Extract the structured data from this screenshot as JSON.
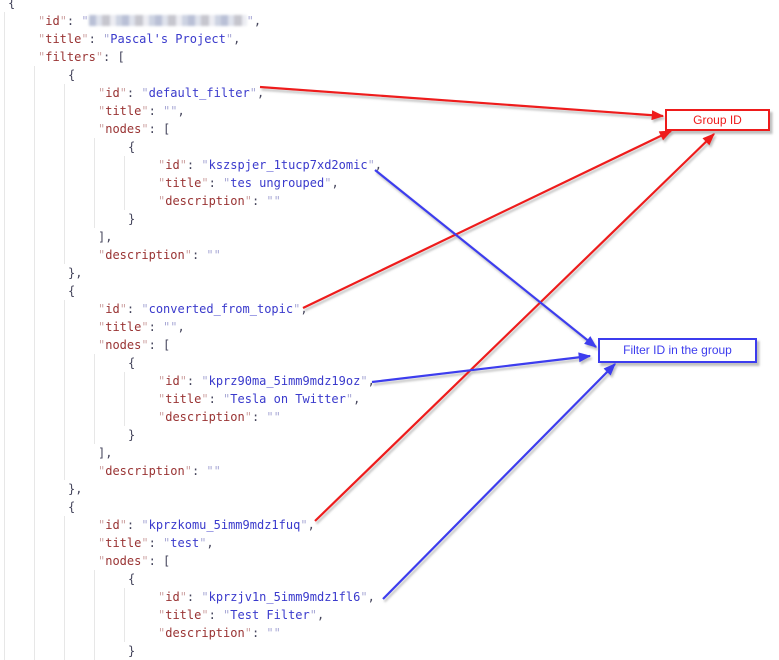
{
  "accent_colors": {
    "group_arrow_red": "#ee1b1b",
    "filter_arrow_blue": "#3c3cee"
  },
  "annotations": {
    "group_box_label": "Group ID",
    "filter_box_label": "Filter ID in the group",
    "group_arrow_sources": [
      "default_filter",
      "converted_from_topic",
      "kprzkomu_5imm9mdz1fuq"
    ],
    "filter_arrow_sources": [
      "kszspjer_1tucp7xd2omic",
      "kprz90ma_5imm9mdz19oz",
      "kprzjv1n_5imm9mdz1fl6"
    ]
  },
  "doc": {
    "lines": [
      {
        "ind": 0,
        "segs": [
          [
            "p",
            "{"
          ]
        ]
      },
      {
        "ind": 1,
        "segs": [
          [
            "kq",
            "\""
          ],
          [
            "k",
            "id"
          ],
          [
            "kq",
            "\""
          ],
          [
            "p",
            ": "
          ],
          [
            "vq",
            "\""
          ],
          [
            "redact",
            ""
          ],
          [
            "vq",
            "\""
          ],
          [
            "p",
            ","
          ]
        ]
      },
      {
        "ind": 1,
        "segs": [
          [
            "kq",
            "\""
          ],
          [
            "k",
            "title"
          ],
          [
            "kq",
            "\""
          ],
          [
            "p",
            ": "
          ],
          [
            "vq",
            "\""
          ],
          [
            "v",
            "Pascal's Project"
          ],
          [
            "vq",
            "\""
          ],
          [
            "p",
            ","
          ]
        ]
      },
      {
        "ind": 1,
        "segs": [
          [
            "kq",
            "\""
          ],
          [
            "k",
            "filters"
          ],
          [
            "kq",
            "\""
          ],
          [
            "p",
            ": ["
          ]
        ]
      },
      {
        "ind": 2,
        "segs": [
          [
            "p",
            "{"
          ]
        ]
      },
      {
        "ind": 3,
        "segs": [
          [
            "kq",
            "\""
          ],
          [
            "k",
            "id"
          ],
          [
            "kq",
            "\""
          ],
          [
            "p",
            ": "
          ],
          [
            "vq",
            "\""
          ],
          [
            "v",
            "default_filter"
          ],
          [
            "vq",
            "\""
          ],
          [
            "p",
            ","
          ]
        ]
      },
      {
        "ind": 3,
        "segs": [
          [
            "kq",
            "\""
          ],
          [
            "k",
            "title"
          ],
          [
            "kq",
            "\""
          ],
          [
            "p",
            ": "
          ],
          [
            "vq",
            "\"\""
          ],
          [
            "p",
            ","
          ]
        ]
      },
      {
        "ind": 3,
        "segs": [
          [
            "kq",
            "\""
          ],
          [
            "k",
            "nodes"
          ],
          [
            "kq",
            "\""
          ],
          [
            "p",
            ": ["
          ]
        ]
      },
      {
        "ind": 4,
        "segs": [
          [
            "p",
            "{"
          ]
        ]
      },
      {
        "ind": 5,
        "segs": [
          [
            "kq",
            "\""
          ],
          [
            "k",
            "id"
          ],
          [
            "kq",
            "\""
          ],
          [
            "p",
            ": "
          ],
          [
            "vq",
            "\""
          ],
          [
            "v",
            "kszspjer_1tucp7xd2omic"
          ],
          [
            "vq",
            "\""
          ],
          [
            "p",
            ","
          ]
        ]
      },
      {
        "ind": 5,
        "segs": [
          [
            "kq",
            "\""
          ],
          [
            "k",
            "title"
          ],
          [
            "kq",
            "\""
          ],
          [
            "p",
            ": "
          ],
          [
            "vq",
            "\""
          ],
          [
            "v",
            "tes ungrouped"
          ],
          [
            "vq",
            "\""
          ],
          [
            "p",
            ","
          ]
        ]
      },
      {
        "ind": 5,
        "segs": [
          [
            "kq",
            "\""
          ],
          [
            "k",
            "description"
          ],
          [
            "kq",
            "\""
          ],
          [
            "p",
            ": "
          ],
          [
            "vq",
            "\"\""
          ]
        ]
      },
      {
        "ind": 4,
        "segs": [
          [
            "p",
            "}"
          ]
        ]
      },
      {
        "ind": 3,
        "segs": [
          [
            "p",
            "],"
          ]
        ]
      },
      {
        "ind": 3,
        "segs": [
          [
            "kq",
            "\""
          ],
          [
            "k",
            "description"
          ],
          [
            "kq",
            "\""
          ],
          [
            "p",
            ": "
          ],
          [
            "vq",
            "\"\""
          ]
        ]
      },
      {
        "ind": 2,
        "segs": [
          [
            "p",
            "},"
          ]
        ]
      },
      {
        "ind": 2,
        "segs": [
          [
            "p",
            "{"
          ]
        ]
      },
      {
        "ind": 3,
        "segs": [
          [
            "kq",
            "\""
          ],
          [
            "k",
            "id"
          ],
          [
            "kq",
            "\""
          ],
          [
            "p",
            ": "
          ],
          [
            "vq",
            "\""
          ],
          [
            "v",
            "converted_from_topic"
          ],
          [
            "vq",
            "\""
          ],
          [
            "p",
            ","
          ]
        ]
      },
      {
        "ind": 3,
        "segs": [
          [
            "kq",
            "\""
          ],
          [
            "k",
            "title"
          ],
          [
            "kq",
            "\""
          ],
          [
            "p",
            ": "
          ],
          [
            "vq",
            "\"\""
          ],
          [
            "p",
            ","
          ]
        ]
      },
      {
        "ind": 3,
        "segs": [
          [
            "kq",
            "\""
          ],
          [
            "k",
            "nodes"
          ],
          [
            "kq",
            "\""
          ],
          [
            "p",
            ": ["
          ]
        ]
      },
      {
        "ind": 4,
        "segs": [
          [
            "p",
            "{"
          ]
        ]
      },
      {
        "ind": 5,
        "segs": [
          [
            "kq",
            "\""
          ],
          [
            "k",
            "id"
          ],
          [
            "kq",
            "\""
          ],
          [
            "p",
            ": "
          ],
          [
            "vq",
            "\""
          ],
          [
            "v",
            "kprz90ma_5imm9mdz19oz"
          ],
          [
            "vq",
            "\""
          ],
          [
            "p",
            ","
          ]
        ]
      },
      {
        "ind": 5,
        "segs": [
          [
            "kq",
            "\""
          ],
          [
            "k",
            "title"
          ],
          [
            "kq",
            "\""
          ],
          [
            "p",
            ": "
          ],
          [
            "vq",
            "\""
          ],
          [
            "v",
            "Tesla on Twitter"
          ],
          [
            "vq",
            "\""
          ],
          [
            "p",
            ","
          ]
        ]
      },
      {
        "ind": 5,
        "segs": [
          [
            "kq",
            "\""
          ],
          [
            "k",
            "description"
          ],
          [
            "kq",
            "\""
          ],
          [
            "p",
            ": "
          ],
          [
            "vq",
            "\"\""
          ]
        ]
      },
      {
        "ind": 4,
        "segs": [
          [
            "p",
            "}"
          ]
        ]
      },
      {
        "ind": 3,
        "segs": [
          [
            "p",
            "],"
          ]
        ]
      },
      {
        "ind": 3,
        "segs": [
          [
            "kq",
            "\""
          ],
          [
            "k",
            "description"
          ],
          [
            "kq",
            "\""
          ],
          [
            "p",
            ": "
          ],
          [
            "vq",
            "\"\""
          ]
        ]
      },
      {
        "ind": 2,
        "segs": [
          [
            "p",
            "},"
          ]
        ]
      },
      {
        "ind": 2,
        "segs": [
          [
            "p",
            "{"
          ]
        ]
      },
      {
        "ind": 3,
        "segs": [
          [
            "kq",
            "\""
          ],
          [
            "k",
            "id"
          ],
          [
            "kq",
            "\""
          ],
          [
            "p",
            ": "
          ],
          [
            "vq",
            "\""
          ],
          [
            "v",
            "kprzkomu_5imm9mdz1fuq"
          ],
          [
            "vq",
            "\""
          ],
          [
            "p",
            ","
          ]
        ]
      },
      {
        "ind": 3,
        "segs": [
          [
            "kq",
            "\""
          ],
          [
            "k",
            "title"
          ],
          [
            "kq",
            "\""
          ],
          [
            "p",
            ": "
          ],
          [
            "vq",
            "\""
          ],
          [
            "v",
            "test"
          ],
          [
            "vq",
            "\""
          ],
          [
            "p",
            ","
          ]
        ]
      },
      {
        "ind": 3,
        "segs": [
          [
            "kq",
            "\""
          ],
          [
            "k",
            "nodes"
          ],
          [
            "kq",
            "\""
          ],
          [
            "p",
            ": ["
          ]
        ]
      },
      {
        "ind": 4,
        "segs": [
          [
            "p",
            "{"
          ]
        ]
      },
      {
        "ind": 5,
        "segs": [
          [
            "kq",
            "\""
          ],
          [
            "k",
            "id"
          ],
          [
            "kq",
            "\""
          ],
          [
            "p",
            ": "
          ],
          [
            "vq",
            "\""
          ],
          [
            "v",
            "kprzjv1n_5imm9mdz1fl6"
          ],
          [
            "vq",
            "\""
          ],
          [
            "p",
            ","
          ]
        ]
      },
      {
        "ind": 5,
        "segs": [
          [
            "kq",
            "\""
          ],
          [
            "k",
            "title"
          ],
          [
            "kq",
            "\""
          ],
          [
            "p",
            ": "
          ],
          [
            "vq",
            "\""
          ],
          [
            "v",
            "Test Filter"
          ],
          [
            "vq",
            "\""
          ],
          [
            "p",
            ","
          ]
        ]
      },
      {
        "ind": 5,
        "segs": [
          [
            "kq",
            "\""
          ],
          [
            "k",
            "description"
          ],
          [
            "kq",
            "\""
          ],
          [
            "p",
            ": "
          ],
          [
            "vq",
            "\"\""
          ]
        ]
      },
      {
        "ind": 4,
        "segs": [
          [
            "p",
            "}"
          ]
        ]
      }
    ]
  }
}
